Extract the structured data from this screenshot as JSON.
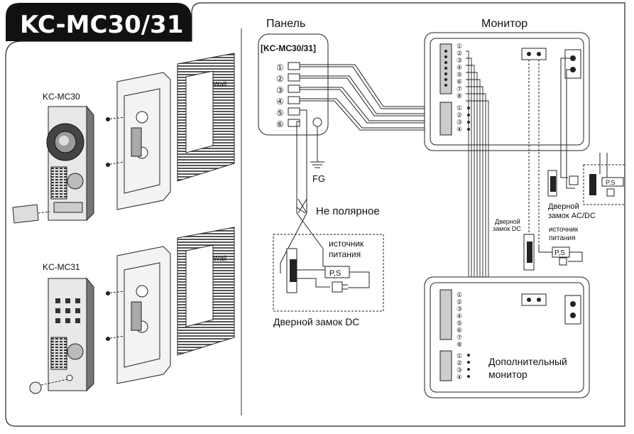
{
  "model_title": "KC-MC30/31",
  "left": {
    "mc30_label": "KC-MC30",
    "mc31_label": "KC-MC31",
    "wall_label": "Wall"
  },
  "panel": {
    "heading": "Панель",
    "model": "[KC-MC30/31]",
    "terminals": [
      "①",
      "②",
      "③",
      "④",
      "⑤",
      "⑥"
    ],
    "fg_label": "FG",
    "non_polar": "Не полярное",
    "power_source_l1": "источник",
    "power_source_l2": "питания",
    "ps_label": "P,S",
    "door_lock_dc": "Дверной замок DC"
  },
  "monitor": {
    "heading": "Монитор",
    "pins8": [
      "①",
      "②",
      "③",
      "④",
      "⑤",
      "⑥",
      "⑦",
      "⑧"
    ],
    "pins4": [
      "①",
      "②",
      "③",
      "④"
    ],
    "door_lock_dc_l1": "Дверной",
    "door_lock_dc_l2": "замок DC",
    "power_source_l1": "источник",
    "power_source_l2": "питания",
    "ps_label": "P,S",
    "ps_label_right": "P.S",
    "door_lock_acdc_l1": "Дверной",
    "door_lock_acdc_l2": "замок AC/DC"
  },
  "sub_monitor": {
    "label_l1": "Дополнительный",
    "label_l2": "монитор"
  }
}
